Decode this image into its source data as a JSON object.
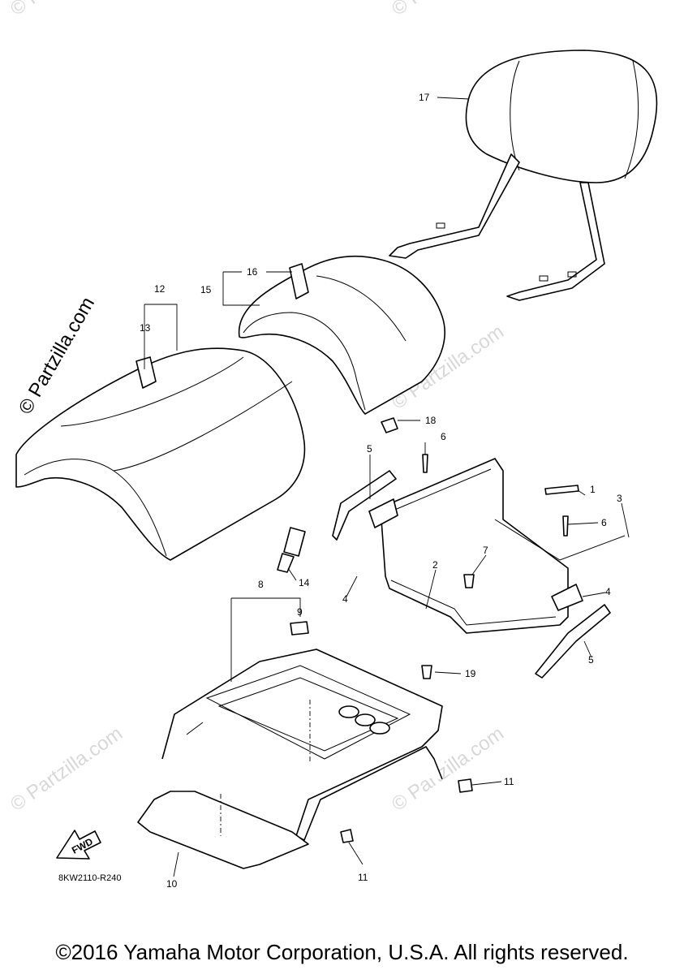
{
  "diagram": {
    "callouts": [
      "1",
      "2",
      "3",
      "4",
      "4",
      "5",
      "5",
      "6",
      "6",
      "7",
      "8",
      "9",
      "10",
      "11",
      "11",
      "12",
      "13",
      "14",
      "15",
      "16",
      "17",
      "18",
      "19"
    ],
    "diagram_code": "8KW2110-R240",
    "fwd_label": "FWD",
    "watermark": "© Partzilla.com"
  },
  "footer": {
    "copyright": "©2016 Yamaha Motor Corporation, U.S.A. All rights reserved."
  }
}
